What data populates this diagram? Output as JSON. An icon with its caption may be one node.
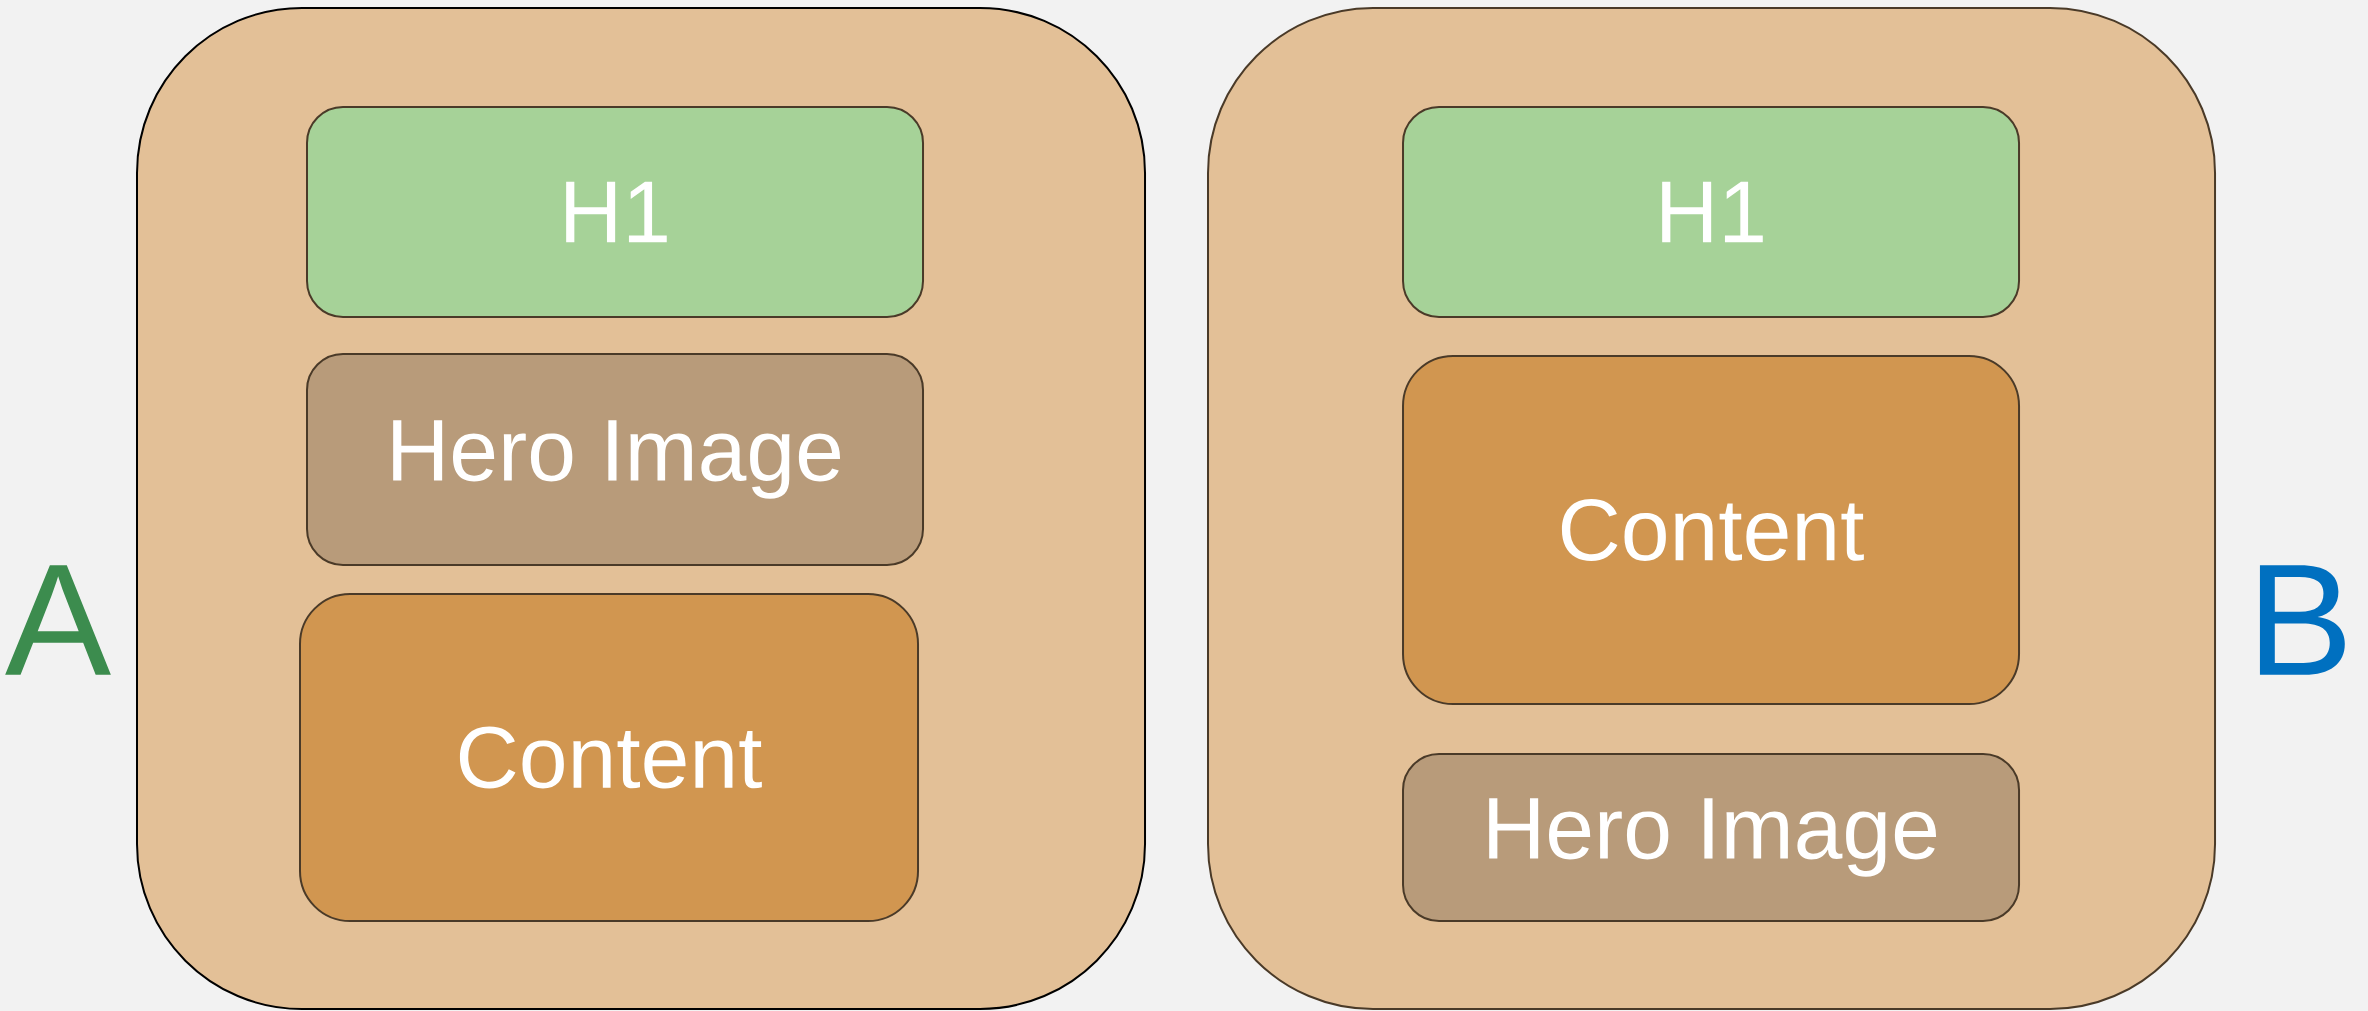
{
  "diagram": {
    "nodes": [
      {
        "text": [],
        "shape": "box"
      },
      {
        "text": [
          "H1"
        ],
        "in": 0
      },
      {
        "text": [
          "Hero Image"
        ],
        "in": 0
      },
      {
        "text": [
          "Content"
        ],
        "in": 0
      },
      {
        "text": [],
        "shape": "box"
      },
      {
        "text": [
          "H1"
        ],
        "in": 4
      },
      {
        "text": [
          "Content"
        ],
        "in": 4
      },
      {
        "text": [
          "Hero Image"
        ],
        "in": 4
      }
    ],
    "labels": [
      "A",
      "B"
    ]
  }
}
